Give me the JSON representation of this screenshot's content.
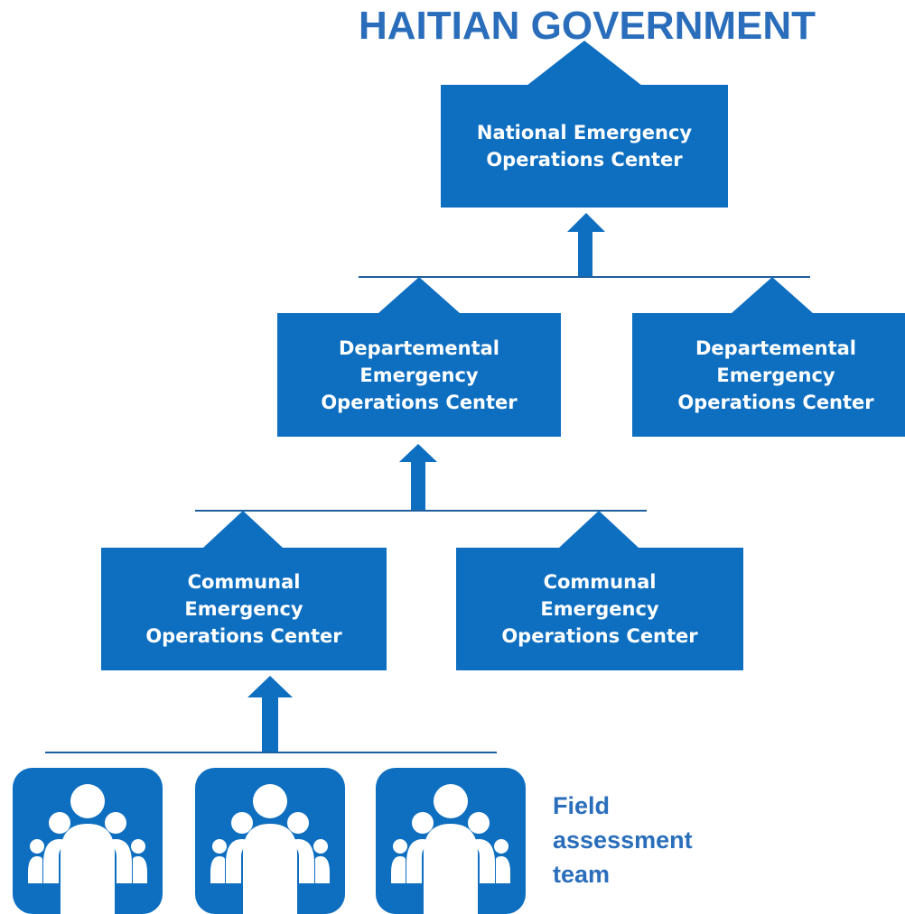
{
  "title": "HAITIAN GOVERNMENT",
  "national": {
    "lines": [
      "National Emergency",
      "Operations Center"
    ]
  },
  "departemental": [
    {
      "lines": [
        "Departemental",
        "Emergency",
        "Operations Center"
      ]
    },
    {
      "lines": [
        "Departemental",
        "Emergency",
        "Operations Center"
      ]
    }
  ],
  "communal": [
    {
      "lines": [
        "Communal",
        "Emergency",
        "Operations Center"
      ]
    },
    {
      "lines": [
        "Communal",
        "Emergency",
        "Operations Center"
      ]
    }
  ],
  "field": {
    "lines": [
      "Field",
      "assessment",
      "team"
    ],
    "icon": "people-group-icon",
    "count": 3
  },
  "colors": {
    "box": "#0e6fc1",
    "title": "#2a6ebb",
    "line": "#1f5f9e",
    "icon_fill": "#ffffff"
  }
}
